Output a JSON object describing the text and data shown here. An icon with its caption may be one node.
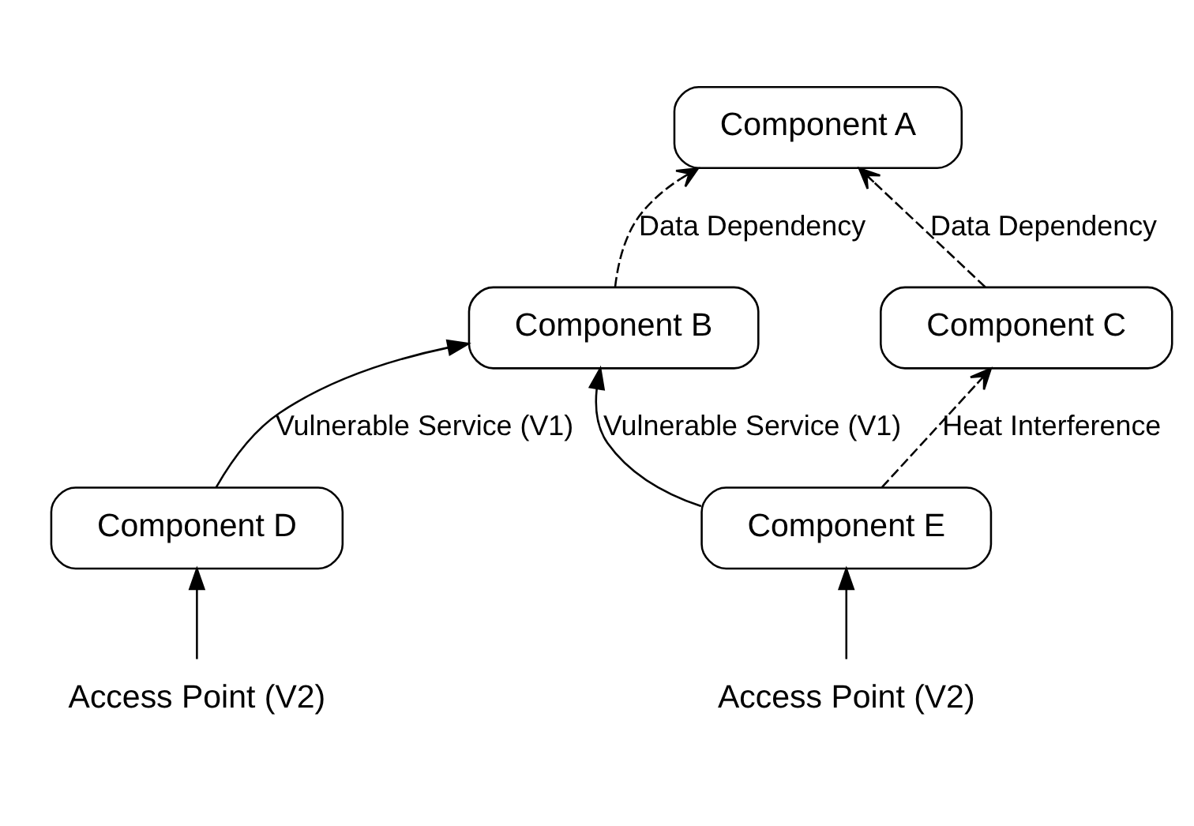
{
  "diagram": {
    "nodes": [
      {
        "text": [
          "Component A"
        ]
      },
      {
        "text": [
          "Component B"
        ]
      },
      {
        "text": [
          "Component C"
        ]
      },
      {
        "text": [
          "Component D"
        ]
      },
      {
        "text": [
          "Component E"
        ]
      },
      {
        "text": [
          "Access Point (V2)"
        ]
      },
      {
        "text": [
          "Access Point (V2)"
        ]
      }
    ],
    "edges": [
      {
        "from": 1,
        "to": 0,
        "arrow": "to",
        "style": "dashed",
        "label": "Data Dependency"
      },
      {
        "from": 2,
        "to": 0,
        "arrow": "to",
        "style": "dashed",
        "label": "Data Dependency"
      },
      {
        "from": 3,
        "to": 1,
        "arrow": "to",
        "label": "Vulnerable Service (V1)"
      },
      {
        "from": 4,
        "to": 1,
        "arrow": "to",
        "label": "Vulnerable Service (V1)"
      },
      {
        "from": 4,
        "to": 2,
        "arrow": "to",
        "style": "dashed",
        "label": "Heat Interference"
      },
      {
        "from": 5,
        "to": 3,
        "arrow": "to"
      },
      {
        "from": 6,
        "to": 4,
        "arrow": "to"
      }
    ]
  }
}
